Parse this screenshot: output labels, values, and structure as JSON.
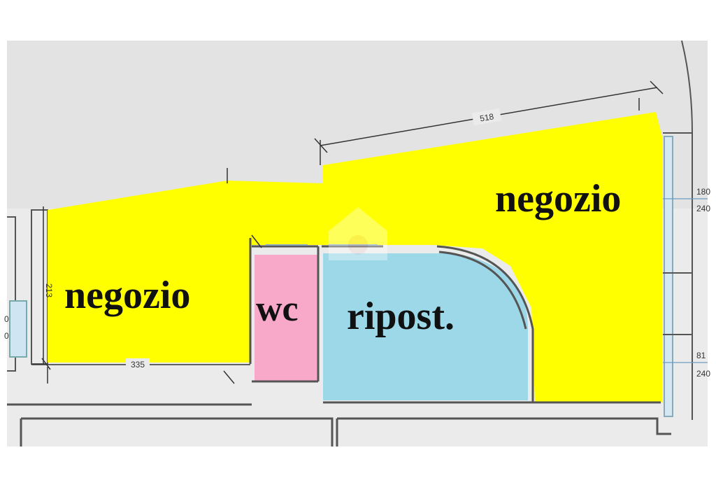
{
  "rooms": {
    "negozio_left": "negozio",
    "negozio_right": "negozio",
    "wc": "wc",
    "ripostiglio": "ripost."
  },
  "dimensions": {
    "top": "518",
    "bottom_left": "335",
    "left_side": "213",
    "right_upper_1": "180",
    "right_upper_2": "240",
    "right_lower_1": "81",
    "right_lower_2": "240",
    "left_edge_1": "0",
    "left_edge_2": "0"
  },
  "colors": {
    "negozio": "#ffff00",
    "wc": "#f8a8c8",
    "ripostiglio": "#9dd8e8",
    "paper": "#e9e9e9",
    "wall": "#444444"
  }
}
